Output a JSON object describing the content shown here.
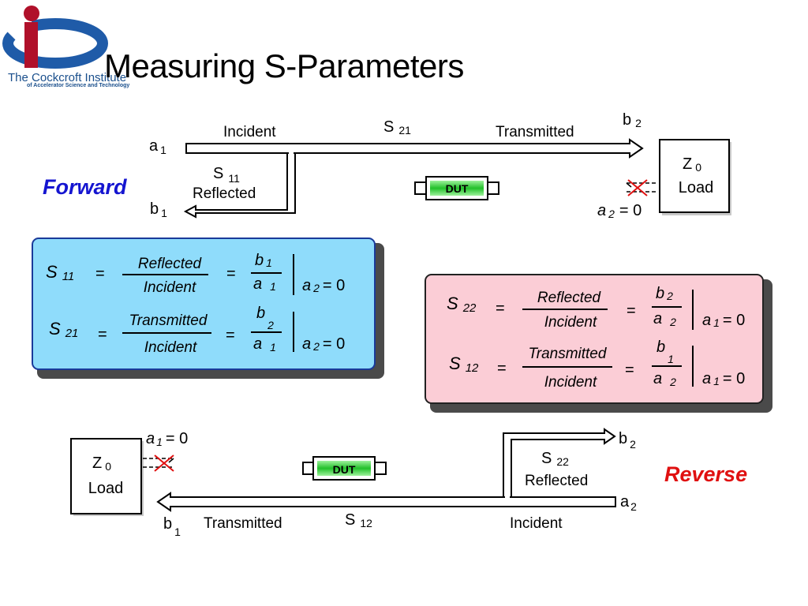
{
  "logo": {
    "org": "The Cockcroft Institute",
    "sub": "of Accelerator Science and Technology"
  },
  "title": "Measuring S-Parameters",
  "forward": {
    "label": "Forward",
    "port1_in": "a",
    "port1_in_sub": "1",
    "port1_out": "b",
    "port1_out_sub": "1",
    "incident": "Incident",
    "s21": "S",
    "s21_sub": "21",
    "transmitted": "Transmitted",
    "b2": "b",
    "b2_sub": "2",
    "s11": "S",
    "s11_sub": "11",
    "reflected": "Reflected",
    "dut": "DUT",
    "z0": "Z",
    "z0_sub": "0",
    "load": "Load",
    "a2_zero": "a",
    "a2_zero_sub": "2",
    "a2_zero_eq": "= 0"
  },
  "forward_box": {
    "color": "#8fdcfb",
    "row1": {
      "s": "S",
      "sub": "11",
      "eq": "=",
      "num": "Reflected",
      "den": "Incident",
      "eq2": "=",
      "fnum": "b",
      "fnum_sub": "1",
      "fden": "a",
      "fden_sub": "1",
      "cond": "a",
      "cond_sub": "2",
      "cond_eq": "= 0"
    },
    "row2": {
      "s": "S",
      "sub": "21",
      "eq": "=",
      "num": "Transmitted",
      "den": "Incident",
      "eq2": "=",
      "fnum": "b",
      "fnum_sub": "2",
      "fden": "a",
      "fden_sub": "1",
      "cond": "a",
      "cond_sub": "2",
      "cond_eq": "= 0"
    }
  },
  "reverse_box": {
    "color": "#fbcdd6",
    "row1": {
      "s": "S",
      "sub": "22",
      "eq": "=",
      "num": "Reflected",
      "den": "Incident",
      "eq2": "=",
      "fnum": "b",
      "fnum_sub": "2",
      "fden": "a",
      "fden_sub": "2",
      "cond": "a",
      "cond_sub": "1",
      "cond_eq": "= 0"
    },
    "row2": {
      "s": "S",
      "sub": "12",
      "eq": "=",
      "num": "Transmitted",
      "den": "Incident",
      "eq2": "=",
      "fnum": "b",
      "fnum_sub": "1",
      "fden": "a",
      "fden_sub": "2",
      "cond": "a",
      "cond_sub": "1",
      "cond_eq": "= 0"
    }
  },
  "reverse": {
    "label": "Reverse",
    "a1_zero": "a",
    "a1_zero_sub": "1",
    "a1_zero_eq": "= 0",
    "z0": "Z",
    "z0_sub": "0",
    "load": "Load",
    "dut": "DUT",
    "b2": "b",
    "b2_sub": "2",
    "s22": "S",
    "s22_sub": "22",
    "reflected": "Reflected",
    "a2": "a",
    "a2_sub": "2",
    "b1": "b",
    "b1_sub": "1",
    "transmitted": "Transmitted",
    "s12": "S",
    "s12_sub": "12",
    "incident": "Incident"
  },
  "colors": {
    "forward_text": "#1515d0",
    "reverse_text": "#e01010",
    "dut_fill": "#22c02a",
    "logo_blue": "#1f5ba8",
    "logo_red": "#b0102a"
  }
}
